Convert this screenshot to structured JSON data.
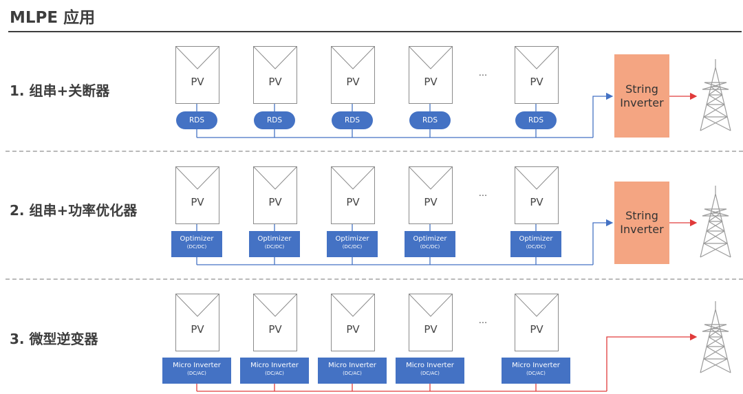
{
  "title": "MLPE 应用",
  "rows": [
    {
      "label": "1. 组串+关断器",
      "panel_label": "PV",
      "ellipsis": "···",
      "device_label": "RDS",
      "inverter": {
        "line1": "String",
        "line2": "Inverter"
      }
    },
    {
      "label": "2. 组串+功率优化器",
      "panel_label": "PV",
      "ellipsis": "···",
      "device_line1": "Optimizer",
      "device_line2": "(DC/DC)",
      "inverter": {
        "line1": "String",
        "line2": "Inverter"
      }
    },
    {
      "label": "3. 微型逆变器",
      "panel_label": "PV",
      "ellipsis": "···",
      "device_line1": "Micro Inverter",
      "device_line2": "(DC/AC)"
    }
  ],
  "colors": {
    "dc_line": "#4472c4",
    "ac_line": "#e03a3a",
    "device": "#4472c4",
    "inverter": "#f4a582",
    "tower": "#9a9a9a"
  },
  "icons": {
    "tower": "transmission-tower-icon",
    "panel": "solar-panel-icon"
  }
}
